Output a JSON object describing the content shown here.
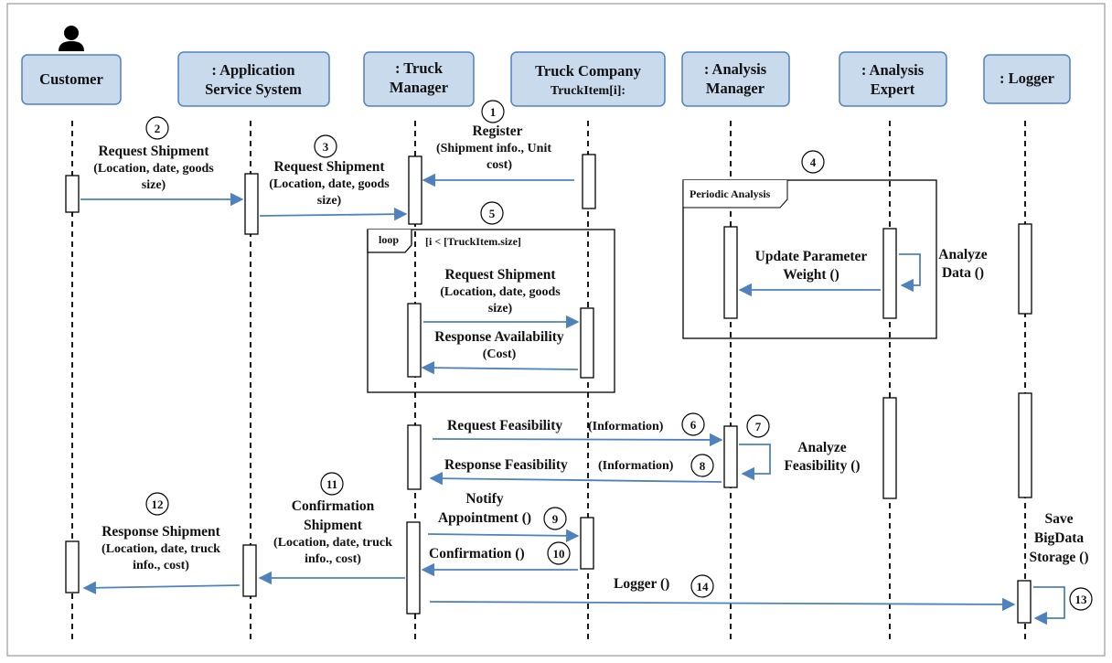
{
  "colors": {
    "header_fill": "#c9daed",
    "header_stroke": "#4f81bd",
    "arrow": "#4f81bd",
    "frame": "#000000"
  },
  "actor_icon": "person-icon",
  "participants": [
    {
      "id": "customer",
      "lines": [
        "Customer"
      ]
    },
    {
      "id": "app",
      "lines": [
        ": Application",
        "Service System"
      ]
    },
    {
      "id": "truck-manager",
      "lines": [
        ": Truck",
        "Manager"
      ]
    },
    {
      "id": "truck-company",
      "lines": [
        "Truck Company",
        "TruckItem[i]:"
      ]
    },
    {
      "id": "analysis-manager",
      "lines": [
        ": Analysis",
        "Manager"
      ]
    },
    {
      "id": "analysis-expert",
      "lines": [
        ": Analysis",
        "Expert"
      ]
    },
    {
      "id": "logger",
      "lines": [
        ": Logger"
      ]
    }
  ],
  "frames": [
    {
      "id": "loop",
      "tag": "loop",
      "guard": "[i < [TruckItem.size]"
    },
    {
      "id": "periodic",
      "tag": "Periodic Analysis",
      "guard": ""
    }
  ],
  "messages": [
    {
      "num": "1",
      "lines": [
        "Register",
        "(Shipment info., Unit",
        "cost)"
      ]
    },
    {
      "num": "2",
      "lines": [
        "Request Shipment",
        "(Location, date, goods",
        "size)"
      ]
    },
    {
      "num": "3",
      "lines": [
        "Request Shipment",
        "(Location, date, goods",
        "size)"
      ]
    },
    {
      "num": "4",
      "lines": []
    },
    {
      "num": "5",
      "lines": [
        "Request Shipment",
        "(Location, date, goods",
        "size)",
        "Response Availability",
        "(Cost)"
      ]
    },
    {
      "num": "6",
      "lines": [
        "Request Feasibility",
        "(Information)"
      ]
    },
    {
      "num": "7",
      "lines": [
        "Analyze",
        "Feasibility ()"
      ]
    },
    {
      "num": "8",
      "lines": [
        "Response Feasibility",
        "(Information)"
      ]
    },
    {
      "num": "9",
      "lines": [
        "Notify",
        "Appointment ()"
      ]
    },
    {
      "num": "10",
      "lines": [
        "Confirmation ()"
      ]
    },
    {
      "num": "11",
      "lines": [
        "Confirmation",
        "Shipment",
        "(Location, date, truck",
        "info., cost)"
      ]
    },
    {
      "num": "12",
      "lines": [
        "Response Shipment",
        "(Location, date, truck",
        "info., cost)"
      ]
    },
    {
      "num": "13",
      "lines": [
        "Save",
        "BigData",
        "Storage ()"
      ]
    },
    {
      "num": "14",
      "lines": [
        "Logger ()"
      ]
    }
  ],
  "periodic_labels": {
    "update": [
      "Update Parameter",
      "Weight ()"
    ],
    "analyze": [
      "Analyze",
      "Data ()"
    ]
  }
}
